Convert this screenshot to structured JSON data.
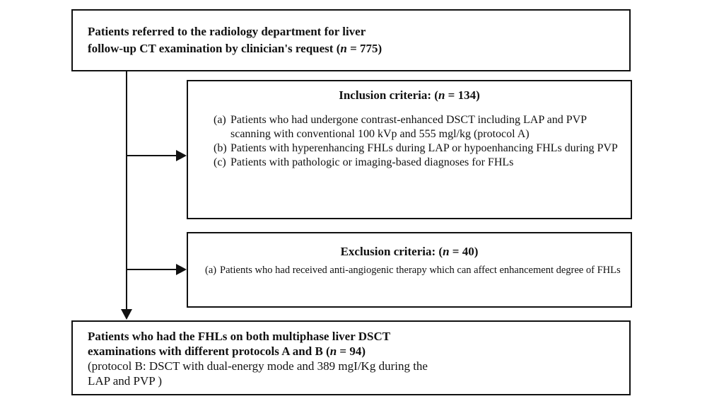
{
  "top_box": {
    "line1": "Patients referred to the radiology department for liver",
    "line2_pre": "follow-up CT examination by clinician's request (",
    "n_symbol": "n",
    "line2_post": " = 775)"
  },
  "inclusion": {
    "title_pre": "Inclusion criteria: (",
    "n_symbol": "n",
    "title_post": " = 134)",
    "items": [
      {
        "mark": "(a)",
        "text": "Patients who had undergone contrast-enhanced DSCT including LAP and PVP scanning with conventional 100 kVp and 555 mgl/kg (protocol A)"
      },
      {
        "mark": "(b)",
        "text": "Patients with hyperenhancing FHLs during LAP or hypoenhancing FHLs during PVP"
      },
      {
        "mark": "(c)",
        "text": "Patients with pathologic or imaging-based diagnoses for FHLs"
      }
    ]
  },
  "exclusion": {
    "title_pre": "Exclusion criteria: (",
    "n_symbol": "n",
    "title_post": " = 40)",
    "items": [
      {
        "mark": "(a)",
        "text": "Patients who had received anti-angiogenic therapy which can affect enhancement degree of FHLs"
      }
    ]
  },
  "bottom_box": {
    "line1": "Patients who had the FHLs on both multiphase liver DSCT",
    "line2_pre": "examinations with different protocols A and B (",
    "n_symbol": "n",
    "line2_post": " = 94)",
    "note_line1": "(protocol B: DSCT with dual-energy mode and 389 mgI/Kg during the",
    "note_line2": "LAP and PVP )"
  }
}
